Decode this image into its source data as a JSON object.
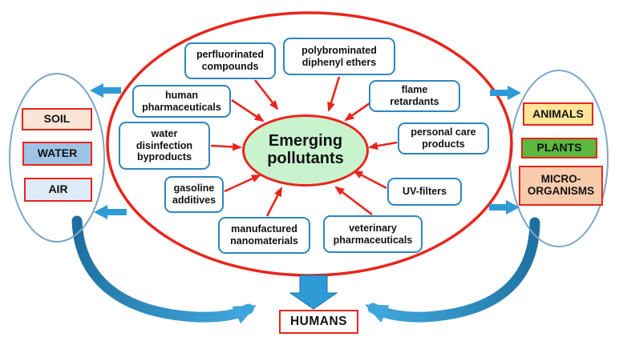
{
  "palette": {
    "red_accent": "#e8251c",
    "pollutant_box_border": "#2e86c1",
    "arrow_blue": "#2e9bd6",
    "curved_arrow_dark": "#1e6f9f",
    "curved_arrow_light": "#41a8dc",
    "side_ellipse_outline": "#7da7c9",
    "center_fill": "#c8f3cd"
  },
  "center": {
    "label": "Emerging pollutants"
  },
  "pollutants": [
    {
      "label": "perfluorinated compounds"
    },
    {
      "label": "polybrominated diphenyl ethers"
    },
    {
      "label": "flame retardants"
    },
    {
      "label": "human pharmaceuticals"
    },
    {
      "label": "water disinfection byproducts"
    },
    {
      "label": "personal care products"
    },
    {
      "label": "gasoline additives"
    },
    {
      "label": "UV-filters"
    },
    {
      "label": "manufactured nanomaterials"
    },
    {
      "label": "veterinary pharmaceuticals"
    }
  ],
  "environment": [
    {
      "label": "SOIL",
      "bg": "#fbe5d6"
    },
    {
      "label": "WATER",
      "bg": "#9dc3e6"
    },
    {
      "label": "AIR",
      "bg": "#deebf7"
    }
  ],
  "biota": [
    {
      "label": "ANIMALS",
      "bg": "#ffe699"
    },
    {
      "label": "PLANTS",
      "bg": "#5cb83e"
    },
    {
      "label": "MICRO-ORGANISMS",
      "bg": "#f8cbad"
    }
  ],
  "humans": {
    "label": "HUMANS"
  }
}
